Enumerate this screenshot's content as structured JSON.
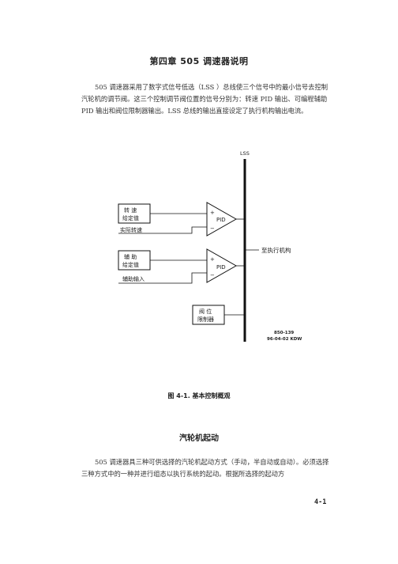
{
  "chapter_title": "第四章   505 调速器说明",
  "intro_paragraph": "505 调速器采用了数字式信号低选（LSS ）总线使三个信号中的最小信号去控制汽轮机的调节阀。这三个控制调节阀位置的信号分别为：转速 PID 输出、可编程辅助 PID 输出和阀位限制器输出。LSS 总线的输出直接设定了执行机构输出电流。",
  "diagram": {
    "lss_label": "LSS",
    "speed_setpoint": [
      "转  速",
      "给定值"
    ],
    "actual_speed": "实际转速",
    "aux_setpoint": [
      "辅  助",
      "给定值"
    ],
    "aux_input": "辅助输入",
    "valve_limiter": [
      "阀  位",
      "限制器"
    ],
    "pid_label": "PID",
    "plus": "+",
    "minus": "−",
    "to_actuator": "至执行机构",
    "drawing_number": "850-139",
    "drawing_date": "96-04-02 KDW"
  },
  "figure_caption": "图 4-1. 基本控制概观",
  "section_title": "汽轮机起动",
  "section_paragraph": "505 调速器具三种可供选择的汽轮机起动方式（手动，半自动或自动）。必须选择三种方式中的一种并进行组态以执行系统的起动。根据所选择的起动方",
  "page_number": "4-1"
}
